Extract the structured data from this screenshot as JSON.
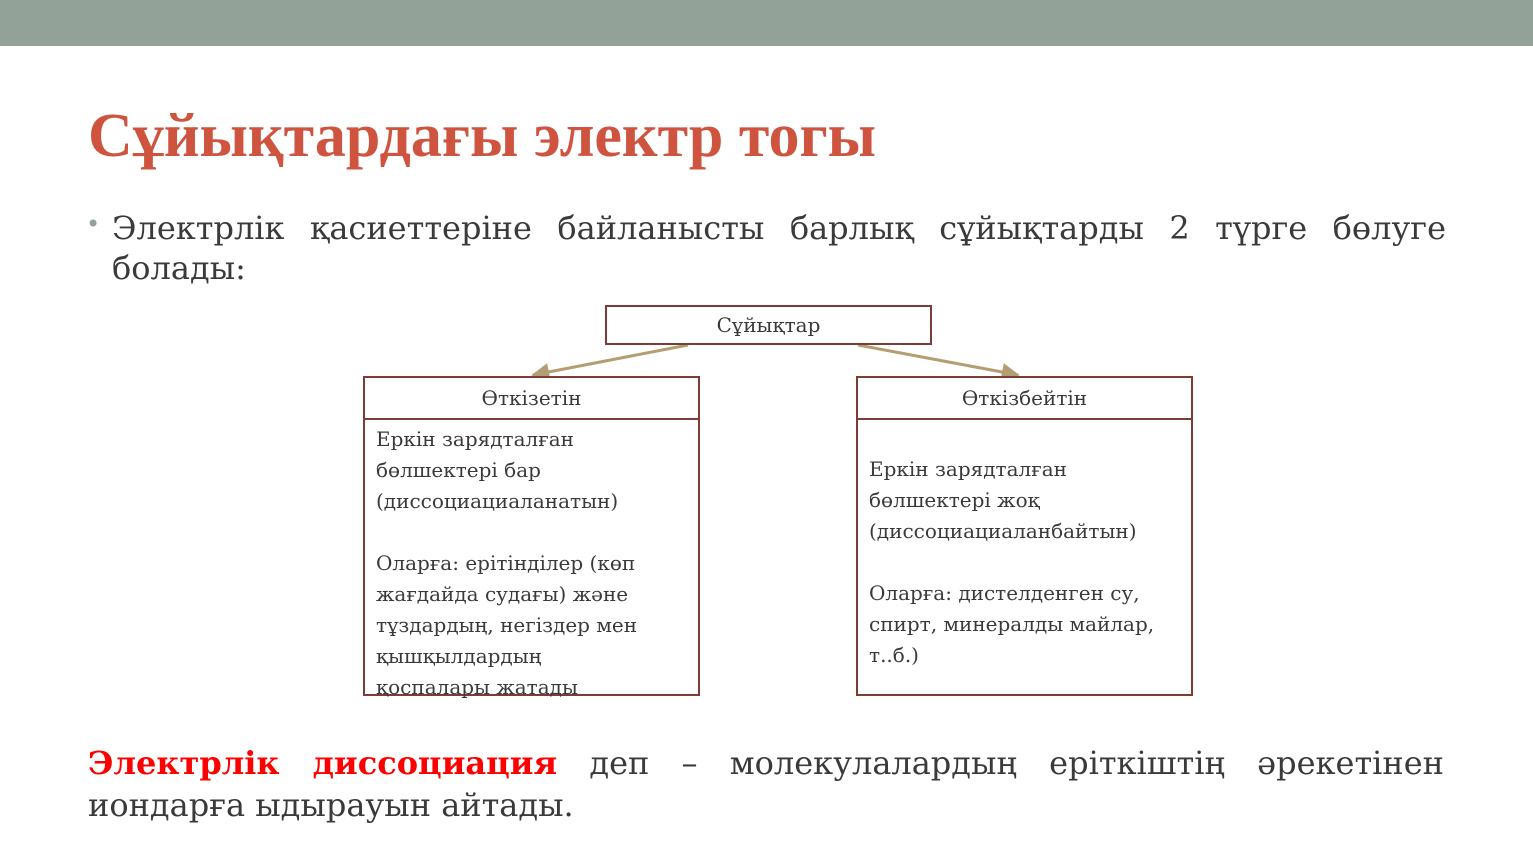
{
  "slide": {
    "title": "Сұйықтардағы электр тогы",
    "bullet": "Электрлік қасиеттеріне байланысты барлық сұйықтарды 2 түрге бөлуге болады:",
    "diagram": {
      "root": "Сұйықтар",
      "left": {
        "heading": "Өткізетін",
        "line1": "Еркін зарядталған",
        "line2": "бөлшектері бар",
        "line3": "(диссоциациаланатын)",
        "line4": "Оларға: ерітінділер (көп",
        "line5": "жағдайда судағы) және",
        "line6": "тұздардың, негіздер мен",
        "line7": "қышқылдардың",
        "line8": "қоспалары жатады"
      },
      "right": {
        "heading": "Өткізбейтін",
        "line1": "Еркін зарядталған",
        "line2": "бөлшектері жоқ",
        "line3": "(диссоциациаланбайтын)",
        "line4": "Оларға: дистелденген су,",
        "line5": "спирт, минералды майлар,",
        "line6": "т..б.)"
      },
      "colors": {
        "border": "#7d3c36",
        "arrow": "#b39e74"
      }
    },
    "definition": {
      "term": "Электрлік диссоциация",
      "rest": " деп – молекулалардың еріткіштің әрекетінен иондарға ыдырауын айтады."
    },
    "colors": {
      "title": "#cf543f",
      "top_bar": "#93a299",
      "term": "#ff0000"
    }
  }
}
